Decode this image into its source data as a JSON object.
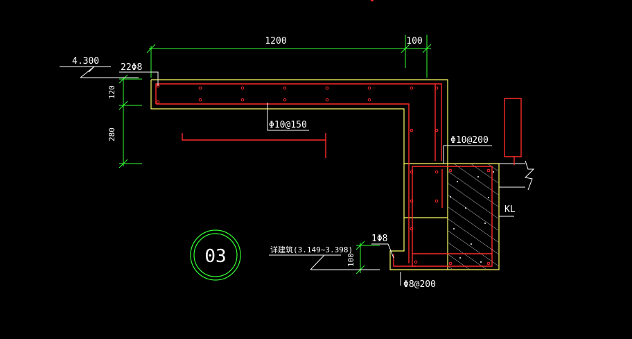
{
  "drawing": {
    "dims": {
      "span_top": "1200",
      "span_small": "100",
      "vert_top": "120",
      "vert_mid": "280",
      "step_height": "100"
    },
    "elevation_top": "4.300",
    "elevation_bottom": "详建筑(3.149~3.398)",
    "rebar": {
      "top_bars": "22Φ8",
      "dist_bars": "Φ10@150",
      "stirrups_upper": "Φ10@200",
      "bottom_bar": "1Φ8",
      "stirrups_lower": "Φ8@200"
    },
    "beam_label": "KL",
    "section_id": "03"
  },
  "colors": {
    "background": "#000000",
    "outline": "#ffff66",
    "rebar": "#ff2a2a",
    "dimension": "#33ff33",
    "text": "#ffffff"
  }
}
